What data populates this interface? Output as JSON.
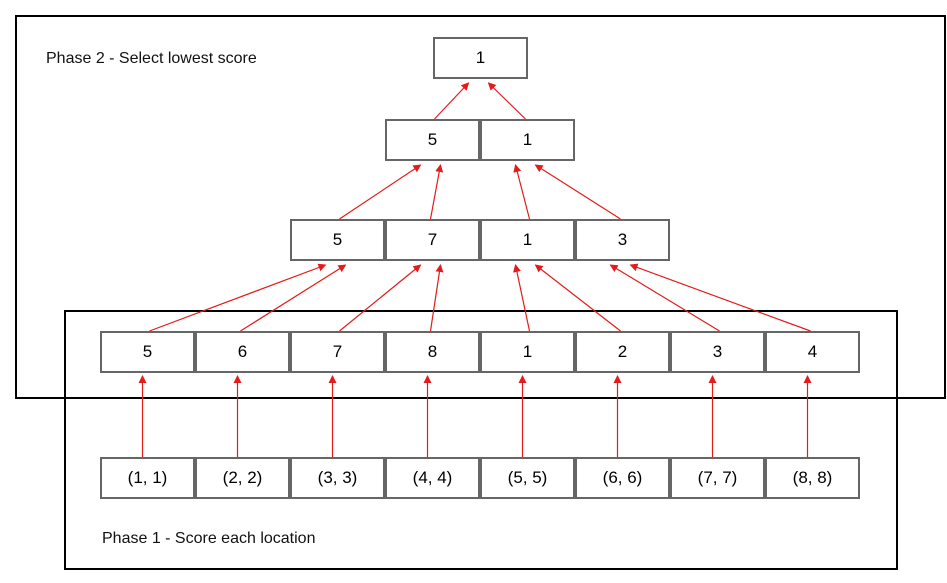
{
  "phase2": {
    "label": "Phase 2 - Select lowest score"
  },
  "phase1": {
    "label": "Phase 1 - Score each location"
  },
  "levels": {
    "root": [
      "1"
    ],
    "pairs": [
      "5",
      "1"
    ],
    "quads": [
      "5",
      "7",
      "1",
      "3"
    ],
    "scores": [
      "5",
      "6",
      "7",
      "8",
      "1",
      "2",
      "3",
      "4"
    ],
    "locations": [
      "(1, 1)",
      "(2, 2)",
      "(3, 3)",
      "(4, 4)",
      "(5, 5)",
      "(6, 6)",
      "(7, 7)",
      "(8, 8)"
    ]
  },
  "colors": {
    "arrow": "#e31b1b",
    "cell_border": "#666666",
    "frame": "#000000"
  }
}
